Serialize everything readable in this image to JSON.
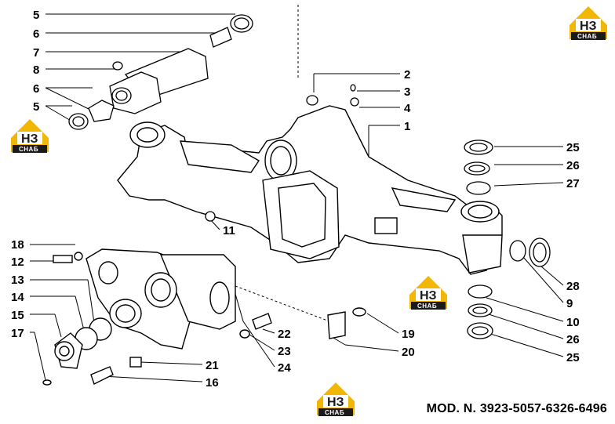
{
  "labels": {
    "c5a": "5",
    "c6a": "6",
    "c7": "7",
    "c8": "8",
    "c6b": "6",
    "c5b": "5",
    "c2": "2",
    "c3": "3",
    "c4": "4",
    "c1": "1",
    "c25a": "25",
    "c26a": "26",
    "c27": "27",
    "c11": "11",
    "c18": "18",
    "c12": "12",
    "c13": "13",
    "c14": "14",
    "c15": "15",
    "c17": "17",
    "c28": "28",
    "c9": "9",
    "c10": "10",
    "c26b": "26",
    "c25b": "25",
    "c19": "19",
    "c20": "20",
    "c22": "22",
    "c23": "23",
    "c24": "24",
    "c21": "21",
    "c16": "16"
  },
  "logo": {
    "mark": "НЗ",
    "sub": "СНАБ",
    "accent": "#f2b705"
  },
  "model_text": "MOD. N. 3923-5057-6326-6496"
}
